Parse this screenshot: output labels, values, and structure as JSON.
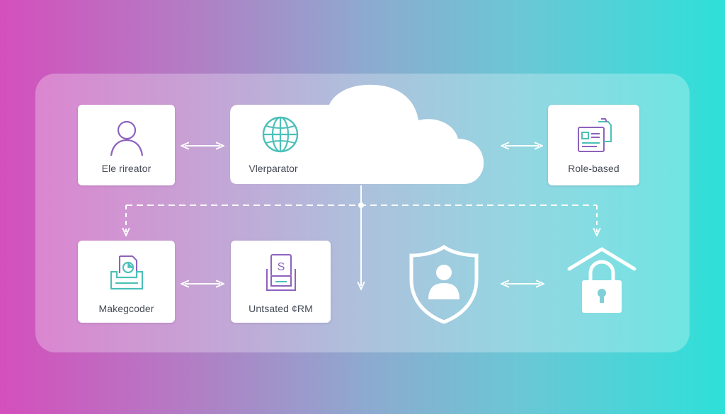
{
  "nodes": {
    "ele_rireator": {
      "label": "Ele rireator",
      "icon": "user-icon"
    },
    "vlerparator": {
      "label": "Vlerparator",
      "icon": "globe-icon"
    },
    "role_based": {
      "label": "Role-based",
      "icon": "documents-icon"
    },
    "makegcoder": {
      "label": "Makegcoder",
      "icon": "document-tray-icon"
    },
    "untsated_crm": {
      "label": "Untsated ¢RM",
      "icon": "document-stack-icon"
    },
    "shield": {
      "icon": "user-shield-icon"
    },
    "lock": {
      "icon": "house-lock-icon"
    }
  },
  "colors": {
    "purple": "#8e62bd",
    "teal": "#4cc0b8",
    "white": "#ffffff",
    "label_text": "#444a55"
  }
}
